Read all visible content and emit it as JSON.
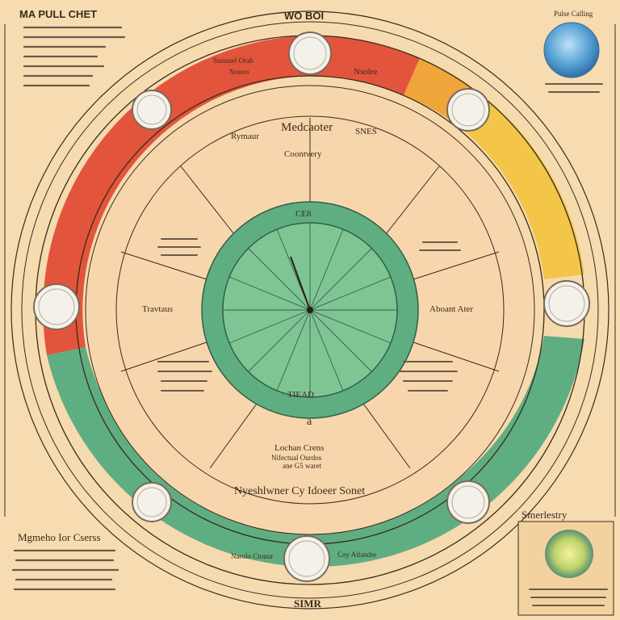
{
  "header": {
    "title_left": "MA PULL CHET",
    "title_center": "WO BOI",
    "title_right": "Pulse Calling"
  },
  "ring_labels": {
    "top_red": "Sunnnel Orab",
    "top_red_sub": "Nonvo",
    "top_text": "Nsolre",
    "inner_top_left": "Rymaur",
    "inner_top_center": "Medcaoter",
    "inner_top_right": "SNES",
    "section_top": "Coontvery",
    "section_left": "Travtaus",
    "section_right": "Aboant Ater",
    "section_bottom_title": "Lochan Crens",
    "section_bottom_sub1": "Nifectual Ourdos",
    "section_bottom_sub2": "ane G5 waret",
    "center_top": "CE8",
    "center_bottom": "TIEAD",
    "bottom_arc": "Nyeshlwner Cy Idoeer Sonet",
    "bottom_left_green": "Narolo Ctouur",
    "bottom_right_green": "Coy Atlandre",
    "bottom_strip": "SIMR",
    "small_o": "a"
  },
  "right_panel": {
    "title": "Smerlestry"
  },
  "left_panel": {
    "title": "Mgmeho Ior Cserss"
  },
  "colors": {
    "background": "#f6dcb0",
    "red": "#e2553c",
    "orange": "#f0a53a",
    "yellow": "#f3c64a",
    "green": "#5fae82",
    "center_green": "#7fc594",
    "ink": "#3a2a1c"
  }
}
